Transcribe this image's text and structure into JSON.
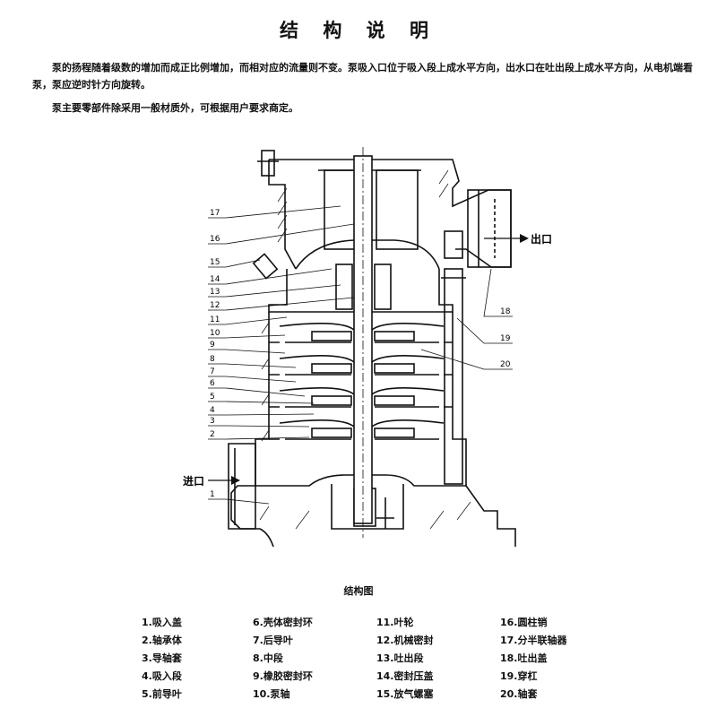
{
  "title": "结 构 说 明",
  "paragraphs": [
    "泵的扬程随着级数的增加而成正比例增加，而相对应的流量则不变。泵吸入口位于吸入段上成水平方向，出水口在吐出段上成水平方向，从电机端看泵，泵应逆时针方向旋转。",
    "泵主要零部件除采用一般材质外，可根据用户要求商定。"
  ],
  "diagram": {
    "outlet_label": "出口",
    "inlet_label": "进口",
    "callouts_left": [
      "17",
      "16",
      "15",
      "14",
      "13",
      "12",
      "11",
      "10",
      "9",
      "8",
      "7",
      "6",
      "5",
      "4",
      "3",
      "2",
      "1"
    ],
    "callouts_right": [
      "18",
      "19",
      "20"
    ]
  },
  "caption": "结构图",
  "legend": [
    "1.吸入盖",
    "2.轴承体",
    "3.导轴套",
    "4.吸入段",
    "5.前导叶",
    "6.壳体密封环",
    "7.后导叶",
    "8.中段",
    "9.橡胶密封环",
    "10.泵轴",
    "11.叶轮",
    "12.机械密封",
    "13.吐出段",
    "14.密封压盖",
    "15.放气螺塞",
    "16.圆柱销",
    "17.分半联轴器",
    "18.吐出盖",
    "19.穿杠",
    "20.轴套"
  ]
}
